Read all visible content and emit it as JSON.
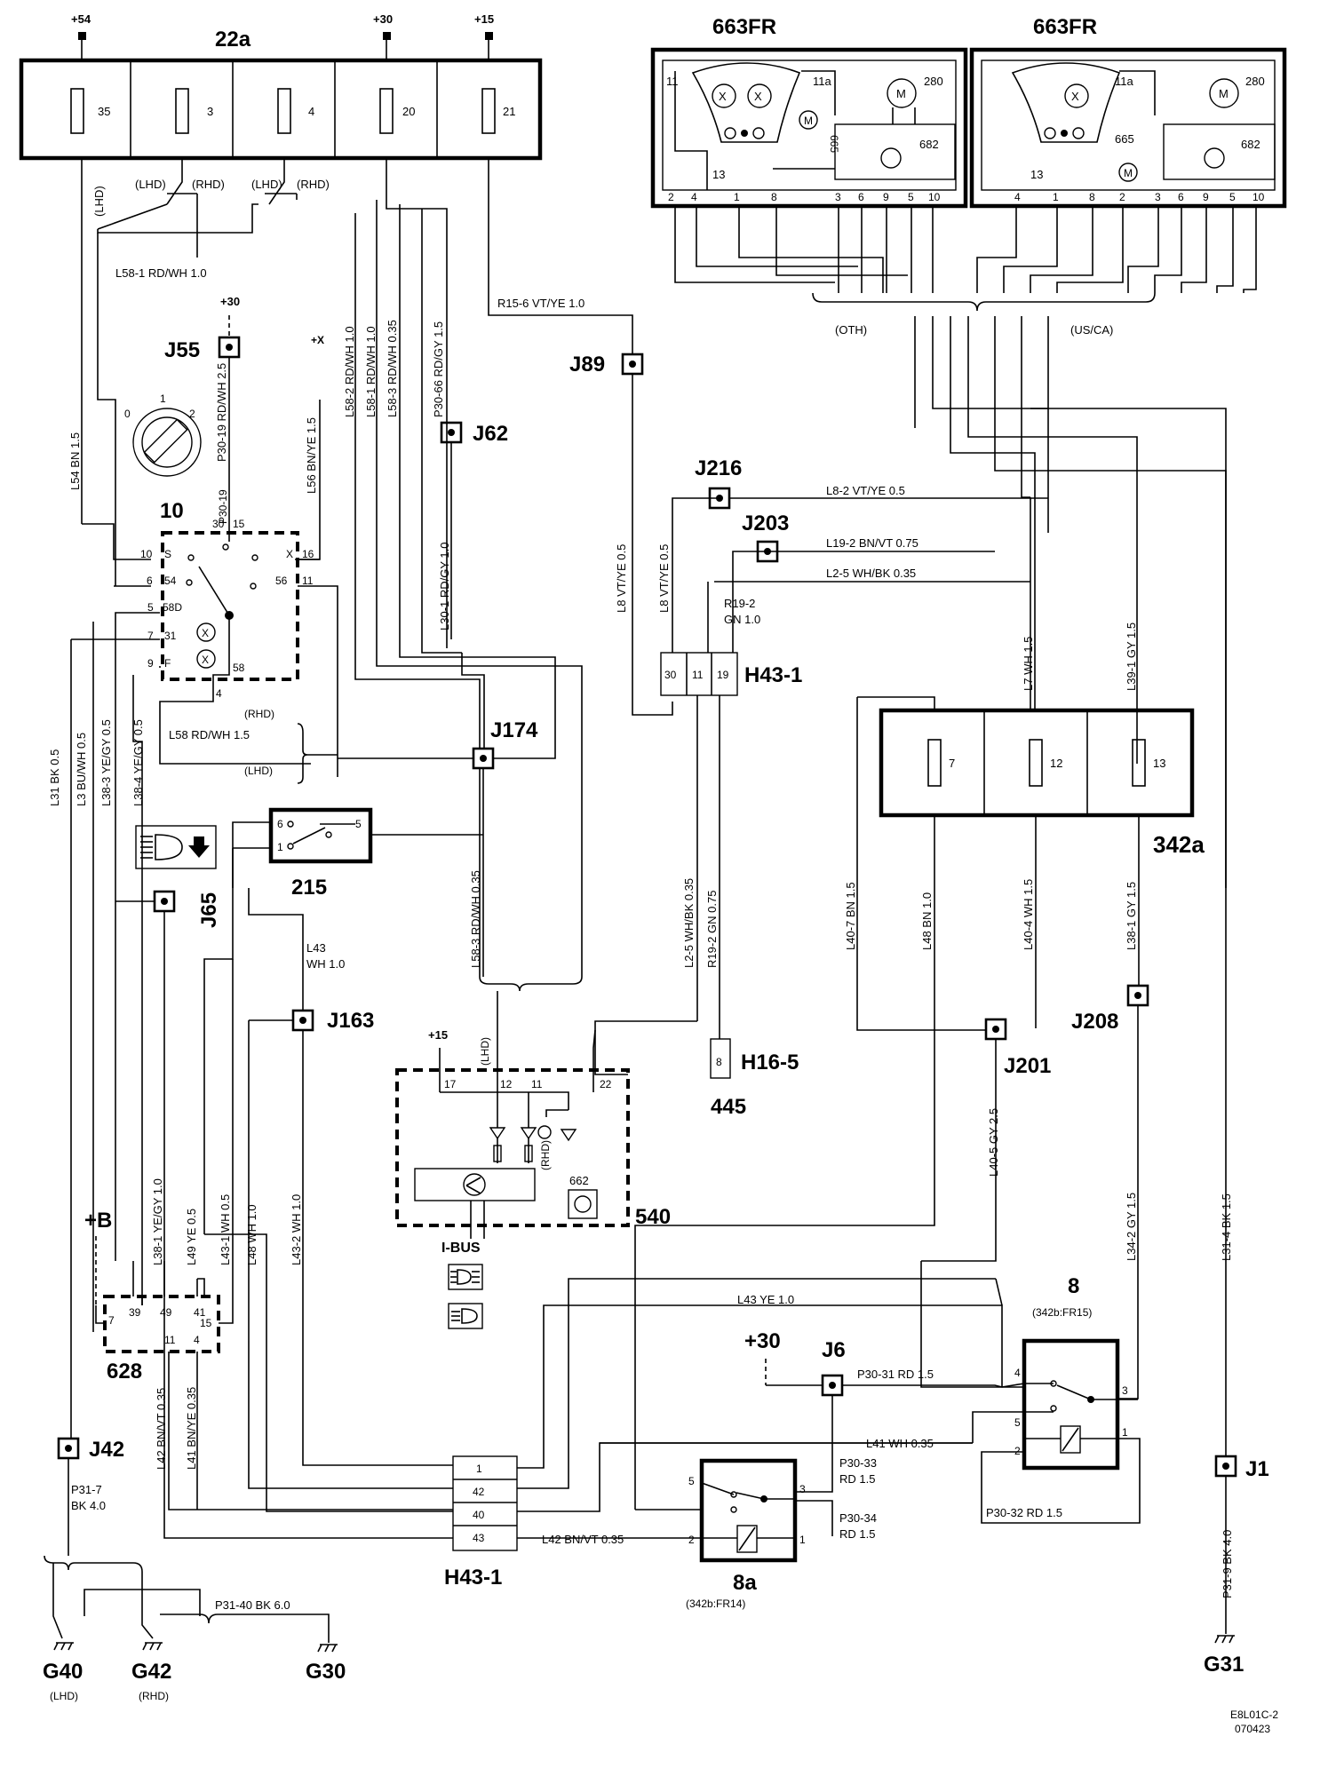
{
  "supply": {
    "p54": "+54",
    "p30": "+30",
    "p15": "+15",
    "px": "+X",
    "pb": "+B"
  },
  "fusebox_22a": {
    "title": "22a",
    "fuses": [
      "35",
      "3",
      "4",
      "20",
      "21"
    ]
  },
  "mirror_left": {
    "title": "663FR",
    "pins": [
      "2",
      "4",
      "1",
      "8",
      "3",
      "6",
      "9",
      "5",
      "10"
    ],
    "labels": {
      "p11": "11",
      "p11a": "11a",
      "p13": "13",
      "p665": "665",
      "p682": "682",
      "p280": "280"
    }
  },
  "mirror_right": {
    "title": "663FR",
    "pins": [
      "4",
      "1",
      "8",
      "2",
      "3",
      "6",
      "9",
      "5",
      "10"
    ],
    "labels": {
      "p11a": "11a",
      "p13": "13",
      "p665": "665",
      "p682": "682",
      "p280": "280"
    }
  },
  "variants": {
    "lhd": "(LHD)",
    "rhd": "(RHD)",
    "oth": "(OTH)",
    "usca": "(US/CA)"
  },
  "wires": {
    "l58_1": "L58-1  RD/WH 1.0",
    "l54": "L54  BN  1.5",
    "p30_19": "P30-19   RD/WH  2.5",
    "l56": "L56  BN/YE  1.5",
    "l58_2": "L58-2  RD/WH 1.0",
    "l58_1v": "L58-1  RD/WH 1.0",
    "l58_3": "L58-3  RD/WH 0.35",
    "p30_66": "P30-66  RD/GY 1.5",
    "r15_6": "R15-6  VT/YE   1.0",
    "l30_1": "L30-1  RD/GY 1.0",
    "l8": "L8  VT/YE  0.5",
    "l8_2": "L8-2  VT/YE  0.5",
    "l19_2": "L19-2  BN/VT  0.75",
    "l2_5h": "L2-5   WH/BK  0.35",
    "r19_2a": "R19-2",
    "r19_2b": "GN  1.0",
    "l58": "L58  RD/WH 1.5",
    "l31": "L31  BK  0.5",
    "l3": "L3  BU/WH 0.5",
    "l38_3": "L38-3  YE/GY  0.5",
    "l38_4": "L38-4  YE/GY 0.5",
    "l58_3b": "L58-3   RD/WH 0.35",
    "l43a": "L43",
    "l43b": "WH  1.0",
    "l2_5v": "L2-5   WH/BK  0.35",
    "r19_2v": "R19-2  GN  0.75",
    "l7": "L7  WH  1.5",
    "l39_1": "L39-1  GY  1.5",
    "l40_7": "L40-7  BN  1.5",
    "l48a": "L48  BN  1.0",
    "l40_4": "L40-4  WH  1.5",
    "l38_1a": "L38-1  GY  1.5",
    "l40_5": "L40-5  GY  2.5",
    "l34_2": "L34-2   GY  1.5",
    "l31_4": "L31-4   BK  1.5",
    "l38_1b": "L38-1  YE/GY  1.0",
    "l49": "L49  YE  0.5",
    "l43_1": "L43-1  WH  0.5",
    "l48b": "L48  WH  1.0",
    "l43_2": "L43-2   WH 1.0",
    "l43h": "L43   YE   1.0",
    "p30_31": "P30-31  RD  1.5",
    "l41h": "L41  WH  0.35",
    "p30_33a": "P30-33",
    "p30_33b": "RD 1.5",
    "p30_34a": "P30-34",
    "p30_34b": "RD 1.5",
    "p30_32": "P30-32  RD 1.5",
    "l42h": "L42   BN/VT    0.35",
    "l42v": "L42  BN/VT  0.35",
    "l41v": "L41  BN/YE  0.35",
    "p31_7a": "P31-7",
    "p31_7b": "BK 4.0",
    "p31_40": "P31-40  BK  6.0",
    "p31_9": "P31-9  BK  4.0"
  },
  "junctions": {
    "j55": "J55",
    "j62": "J62",
    "j89": "J89",
    "j216": "J216",
    "j203": "J203",
    "j174": "J174",
    "j65": "J65",
    "j163": "J163",
    "j208": "J208",
    "j201": "J201",
    "j6": "J6",
    "j42": "J42",
    "j1": "J1"
  },
  "components": {
    "c10": "10",
    "c215": "215",
    "c540": "540",
    "c445": "445",
    "c628": "628",
    "c342a": "342a",
    "c8": "8",
    "c8_sub": "(342b:FR15)",
    "c8a": "8a",
    "c8a_sub": "(342b:FR14)",
    "c662": "662",
    "ibus": "I-BUS",
    "h16_5": "H16-5",
    "h43_1": "H43-1"
  },
  "switch10": {
    "p10": "10",
    "pS": "S",
    "p30": "30",
    "p15": "15",
    "pX": "X",
    "p16": "16",
    "p6": "6",
    "p54": "54",
    "p56": "56",
    "p11": "11",
    "p5": "5",
    "p58D": "58D",
    "p7": "7",
    "p31": "31",
    "p9": "9",
    "pF": "F",
    "p58": "58",
    "p4": "4"
  },
  "dial": {
    "d0": "0",
    "d1": "1",
    "d2": "2"
  },
  "fusebox_342a": {
    "fuses": [
      "7",
      "12",
      "13"
    ]
  },
  "connector_h43_top": {
    "pins": [
      "30",
      "11",
      "19"
    ]
  },
  "connector_h43_bottom": {
    "pins": [
      "1",
      "42",
      "40",
      "43"
    ]
  },
  "connector_628": {
    "pins_top": [
      "7",
      "39",
      "49",
      "41",
      "15"
    ],
    "pins_bottom": [
      "11",
      "4"
    ]
  },
  "module540": {
    "pins": [
      "17",
      "12",
      "11",
      "22"
    ],
    "p15": "+15",
    "lhd": "(LHD)",
    "rhd": "(RHD)"
  },
  "relay8_pins": {
    "p4": "4",
    "p5": "5",
    "p2": "2",
    "p3": "3",
    "p1": "1"
  },
  "relay8a_pins": {
    "p5": "5",
    "p3": "3",
    "p2": "2",
    "p1": "1"
  },
  "h16_pin": "8",
  "grounds": {
    "g40": "G40",
    "g40_sub": "(LHD)",
    "g42": "G42",
    "g42_sub": "(RHD)",
    "g30": "G30",
    "g31": "G31"
  },
  "ref": {
    "code": "E8L01C-2",
    "date": "070423"
  }
}
